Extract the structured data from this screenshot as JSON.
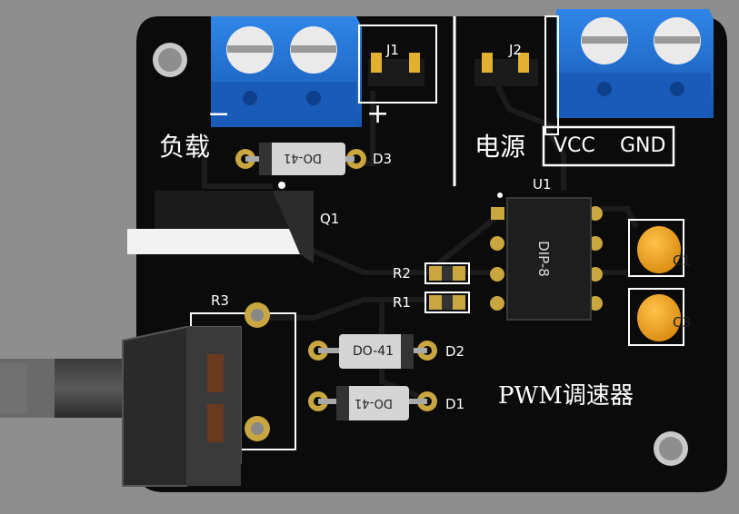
{
  "silkscreen": {
    "load": "负载",
    "power": "电源",
    "minus": "−",
    "plus": "+",
    "vcc": "VCC",
    "gnd": "GND",
    "title": "PWM调速器",
    "j1": "J1",
    "j2": "J2",
    "d1": "D1",
    "d2": "D2",
    "d3": "D3",
    "q1": "Q1",
    "u1": "U1",
    "r1": "R1",
    "r2": "R2",
    "r3": "R3",
    "c1": "C1",
    "c3": "C3"
  },
  "components": {
    "diode_package": "DO-41",
    "ic_package": "DIP-8"
  },
  "colors": {
    "board": "#0b0b0b",
    "terminal_block": "#1f6fd0",
    "pad_gold": "#c9a640",
    "silkscreen": "#ffffff",
    "capacitor": "#f0a020",
    "background": "#8e8e8e"
  }
}
